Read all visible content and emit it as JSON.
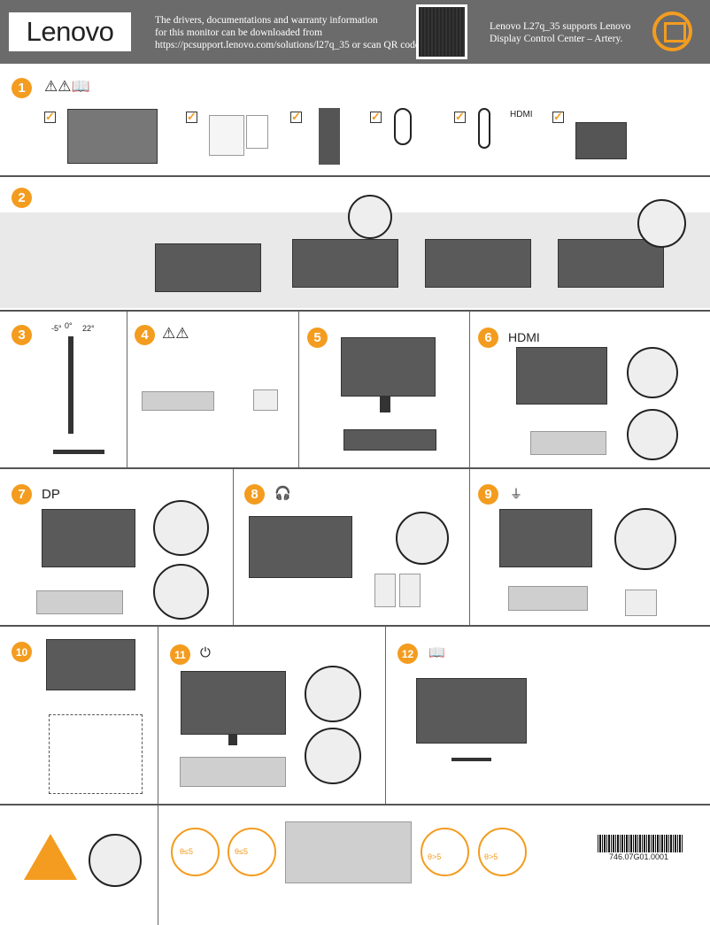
{
  "header": {
    "logo": "Lenovo",
    "info_lines": [
      "The drivers, documentations and warranty information",
      "for this monitor can be downloaded from",
      "https://pcsupport.lenovo.com/solutions/l27q_35 or scan QR code"
    ],
    "artery_lines": [
      "Lenovo L27q_35 supports Lenovo",
      "Display Control Center – Artery."
    ],
    "bg_color": "#6b6b6b",
    "accent_color": "#f39c1f"
  },
  "steps": {
    "s1": "1",
    "s2": "2",
    "s3": "3",
    "s4": "4",
    "s5": "5",
    "s6": "6",
    "s7": "7",
    "s8": "8",
    "s9": "9",
    "s10": "10",
    "s11": "11",
    "s12": "12"
  },
  "labels": {
    "hdmi_box": "HDMI",
    "hdmi": "HDMI",
    "dp": "DP",
    "tilt_minus": "-5°",
    "tilt_zero": "0°",
    "tilt_plus": "22°",
    "theta_le_1": "θ≤5",
    "theta_le_2": "θ≤5",
    "theta_gt_1": "θ>5",
    "theta_gt_2": "θ>5"
  },
  "icons": {
    "warning": "⚠",
    "manual": "📖",
    "headphone": "🎧",
    "power": "⏻",
    "plug": "⏚"
  },
  "barcode": "746.07G01.0001"
}
